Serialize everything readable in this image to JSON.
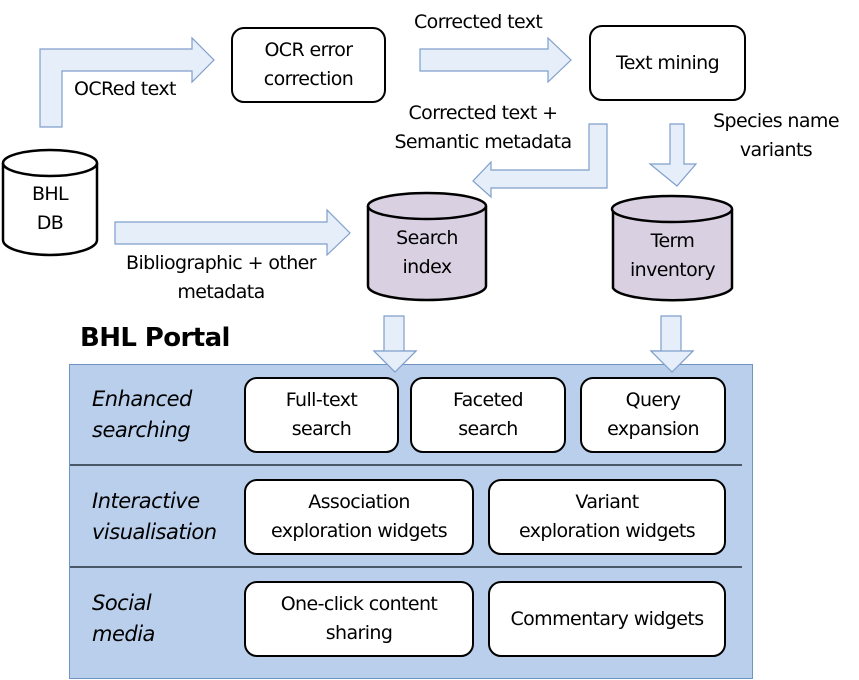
{
  "nodes": {
    "bhl_db": {
      "line1": "BHL",
      "line2": "DB"
    },
    "ocr_correction": {
      "line1": "OCR error",
      "line2": "correction"
    },
    "text_mining": {
      "label": "Text mining"
    },
    "search_index": {
      "line1": "Search",
      "line2": "index"
    },
    "term_inventory": {
      "line1": "Term",
      "line2": "inventory"
    }
  },
  "edges": {
    "ocred_text": "OCRed text",
    "corrected_text": "Corrected text",
    "corrected_semantic": {
      "line1": "Corrected text +",
      "line2": "Semantic metadata"
    },
    "species_variants": {
      "line1": "Species name",
      "line2": "variants"
    },
    "bibliographic": {
      "line1": "Bibliographic + other",
      "line2": "metadata"
    }
  },
  "portal": {
    "title": "BHL Portal",
    "rows": [
      {
        "label1": "Enhanced",
        "label2": "searching",
        "items": [
          {
            "line1": "Full-text",
            "line2": "search"
          },
          {
            "line1": "Faceted",
            "line2": "search"
          },
          {
            "line1": "Query",
            "line2": "expansion"
          }
        ]
      },
      {
        "label1": "Interactive",
        "label2": "visualisation",
        "items": [
          {
            "line1": "Association",
            "line2": "exploration widgets"
          },
          {
            "line1": "Variant",
            "line2": "exploration widgets"
          }
        ]
      },
      {
        "label1": "Social",
        "label2": "media",
        "items": [
          {
            "line1": "One-click content",
            "line2": "sharing"
          },
          {
            "line1": "Commentary widgets",
            "line2": ""
          }
        ]
      }
    ]
  },
  "colors": {
    "arrow_fill": "#e6eef9",
    "arrow_stroke": "#7f9fcc",
    "cylinder_db_fill": "#ffffff",
    "cylinder_store_fill": "#d9d0e2",
    "panel_fill": "#b9cfec",
    "panel_border": "#6f94c4"
  }
}
